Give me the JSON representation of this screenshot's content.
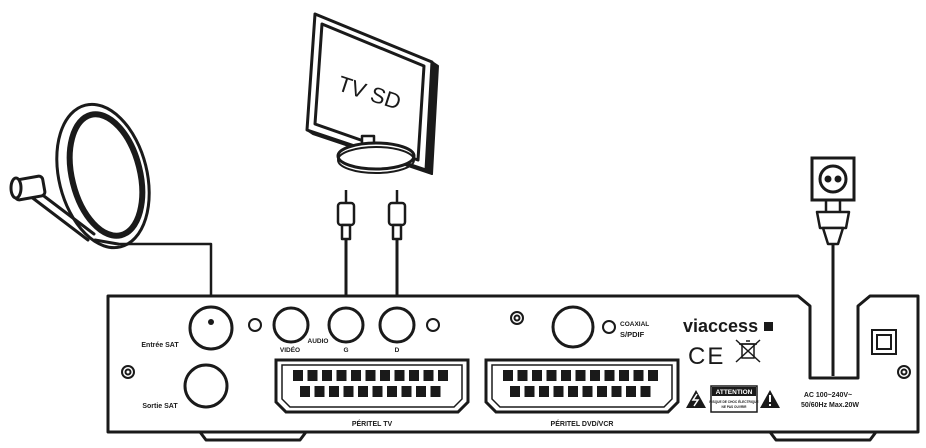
{
  "tv": {
    "screen_label": "TV SD"
  },
  "back_panel": {
    "sat_in_label": "Entrée SAT",
    "sat_out_label": "Sortie SAT",
    "video_label": "VIDÉO",
    "audio_label": "AUDIO",
    "audio_left_label": "G",
    "audio_right_label": "D",
    "scart_tv_label": "PÉRITEL TV",
    "scart_dvd_label": "PÉRITEL DVD/VCR",
    "coaxial_label_line1": "COAXIAL",
    "coaxial_label_line2": "S/PDIF",
    "brand": "viaccess",
    "ce_mark": "CE",
    "attention_label": "ATTENTION",
    "attention_text_line1": "RISQUE DE CHOC ÉLECTRIQUE",
    "attention_text_line2": "NE PAS OUVRIR",
    "power_rating_line1": "AC 100~240V~",
    "power_rating_line2": "50/60Hz Max.20W"
  },
  "icons": {
    "satellite_dish": "satellite-dish-icon",
    "tv": "tv-icon",
    "power_socket": "power-socket-icon",
    "power_plug": "power-plug-icon",
    "rca_plug": "rca-plug-icon",
    "scart_connector": "scart-connector-icon",
    "weee_bin": "crossed-bin-icon",
    "warning": "warning-triangle-icon",
    "power_switch": "power-switch-icon"
  },
  "colors": {
    "stroke": "#1a1a1a",
    "background": "#ffffff"
  }
}
